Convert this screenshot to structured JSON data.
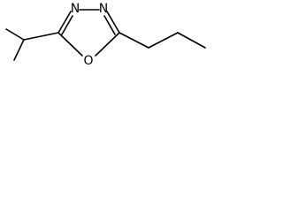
{
  "molecule": {
    "atoms": {
      "nitrogen_left": "N",
      "nitrogen_right": "N",
      "oxygen": "O"
    },
    "colors": {
      "bond": "#000000",
      "background": "#ffffff"
    }
  }
}
